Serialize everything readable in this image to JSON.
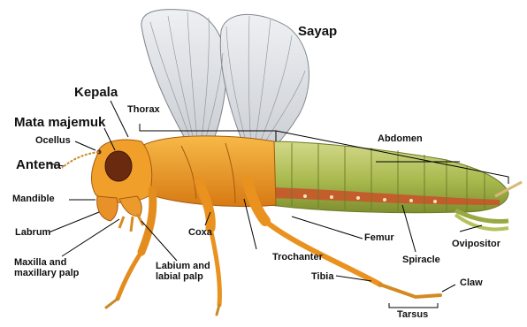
{
  "labels": {
    "sayap": "Sayap",
    "kepala": "Kepala",
    "thorax": "Thorax",
    "mata_majemuk": "Mata majemuk",
    "ocellus": "Ocellus",
    "antena": "Antena",
    "abdomen": "Abdomen",
    "mandible": "Mandible",
    "labrum": "Labrum",
    "maxilla": "Maxilla and\nmaxillary palp",
    "labium": "Labium and\nlabial palp",
    "coxa": "Coxa",
    "femur": "Femur",
    "ovipositor": "Ovipositor",
    "trochanter": "Trochanter",
    "spiracle": "Spiracle",
    "tibia": "Tibia",
    "claw": "Claw",
    "tarsus": "Tarsus"
  },
  "colors": {
    "thorax_orange": "#e9951f",
    "head_orange": "#f0a02a",
    "abdomen_green": "#b9c85a",
    "abdomen_stripe": "#c8552a",
    "wing_gray": "#c8ccd2",
    "leader_line": "#000000"
  }
}
